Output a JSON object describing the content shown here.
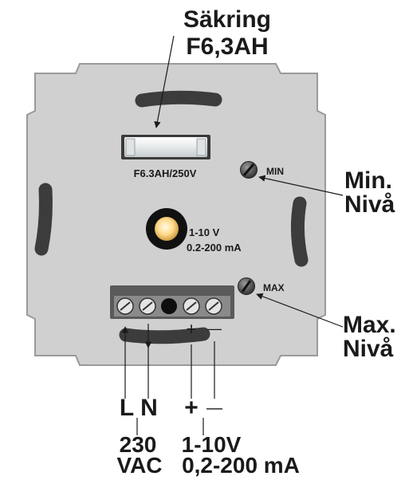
{
  "labels": {
    "fuse_title_line1": "Säkring",
    "fuse_title_line2": "F6,3AH",
    "fuse_rating": "F6.3AH/250V",
    "min_screw": "MIN",
    "max_screw": "MAX",
    "min_level_line1": "Min.",
    "min_level_line2": "Nivå",
    "max_level_line1": "Max.",
    "max_level_line2": "Nivå",
    "input_range_line1": "1-10 V",
    "input_range_line2": "0.2-200 mA",
    "terminal_plus_mark": "+",
    "terminal_minus_mark": "—",
    "terminal_L": "L",
    "terminal_N": "N",
    "terminal_plus": "+",
    "terminal_minus": "—",
    "supply_line1": "230",
    "supply_line2": "VAC",
    "control_line1": "1-10V",
    "control_line2": "0,2-200 mA"
  },
  "colors": {
    "plate": "#d0d0d0",
    "plate_outline": "#9a9a9a",
    "slot": "#4a4a4a",
    "terminal_block": "#5a5a5a",
    "led": "#ffd98a",
    "text": "#1a1a1a"
  }
}
